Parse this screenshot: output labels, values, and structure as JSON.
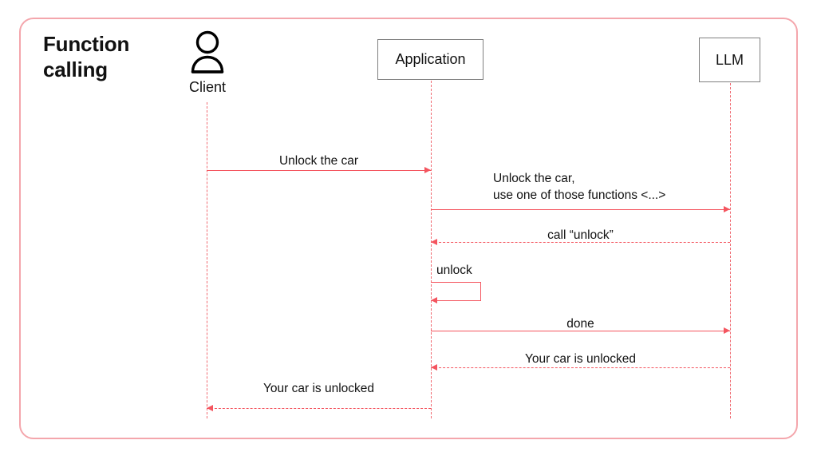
{
  "diagram": {
    "title": "Function\ncalling",
    "frame_color": "#f4a6ac",
    "line_color": "#f4555f",
    "lifeline_color": "#f06b72",
    "box_border_color": "#808080",
    "text_color": "#111111",
    "background": "#ffffff"
  },
  "participants": [
    {
      "id": "client",
      "label": "Client",
      "icon": "person-icon",
      "type": "actor"
    },
    {
      "id": "application",
      "label": "Application",
      "type": "box"
    },
    {
      "id": "llm",
      "label": "LLM",
      "type": "box"
    }
  ],
  "messages": [
    {
      "id": "m1",
      "label": "Unlock the car",
      "from": "client",
      "to": "application",
      "style": "solid",
      "direction": "right",
      "align": "center"
    },
    {
      "id": "m2",
      "label": "Unlock the car,\nuse one of those functions <...>",
      "from": "application",
      "to": "llm",
      "style": "solid",
      "direction": "right",
      "align": "left"
    },
    {
      "id": "m3",
      "label": "call “unlock”",
      "from": "llm",
      "to": "application",
      "style": "dashed",
      "direction": "left",
      "align": "center"
    },
    {
      "id": "m4",
      "label": "unlock",
      "from": "application",
      "to": "application",
      "style": "solid",
      "direction": "self",
      "align": "left"
    },
    {
      "id": "m5",
      "label": "done",
      "from": "application",
      "to": "llm",
      "style": "solid",
      "direction": "right",
      "align": "center"
    },
    {
      "id": "m6",
      "label": "Your car is unlocked",
      "from": "llm",
      "to": "application",
      "style": "dashed",
      "direction": "left",
      "align": "center"
    },
    {
      "id": "m7",
      "label": "Your car is unlocked",
      "from": "application",
      "to": "client",
      "style": "dashed",
      "direction": "left",
      "align": "center"
    }
  ]
}
